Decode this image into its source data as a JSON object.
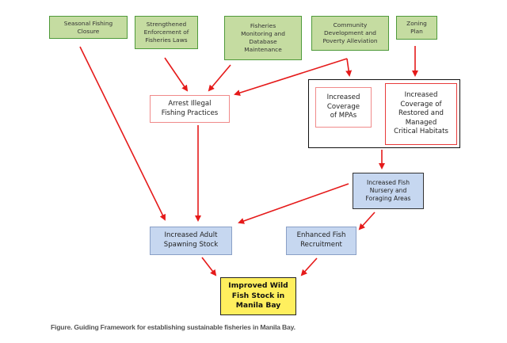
{
  "diagram": {
    "inputs": {
      "seasonal_closure": "Seasonal Fishing\nClosure",
      "enforcement": "Strengthened\nEnforcement of\nFisheries Laws",
      "monitoring": "Fisheries\nMonitoring and\nDatabase\nMaintenance",
      "community": "Community\nDevelopment and\nPoverty Alleviation",
      "zoning": "Zoning\nPlan"
    },
    "intermediate": {
      "arrest_illegal": "Arrest Illegal\nFishing Practices",
      "coverage_mpas": "Increased\nCoverage\nof MPAs",
      "coverage_habitats": "Increased\nCoverage of\nRestored and\nManaged\nCritical Habitats",
      "nursery_areas": "Increased Fish\nNursery and\nForaging Areas",
      "spawning_stock": "Increased Adult\nSpawning Stock",
      "recruitment": "Enhanced Fish\nRecruitment"
    },
    "outcome": "Improved Wild\nFish Stock in\nManila Bay",
    "colors": {
      "input_fill": "#c5dca1",
      "input_border": "#4f9a3a",
      "arrow": "#e51a1a",
      "blue_fill": "#c6d7f0",
      "outcome_fill": "#ffef5e"
    },
    "links": [
      [
        "seasonal_closure",
        "spawning_stock"
      ],
      [
        "enforcement",
        "arrest_illegal"
      ],
      [
        "monitoring",
        "arrest_illegal"
      ],
      [
        "community",
        "arrest_illegal"
      ],
      [
        "community",
        "coverage_mpas"
      ],
      [
        "zoning",
        "coverage_habitats"
      ],
      [
        "arrest_illegal",
        "spawning_stock"
      ],
      [
        "coverage_container",
        "nursery_areas"
      ],
      [
        "nursery_areas",
        "spawning_stock"
      ],
      [
        "nursery_areas",
        "recruitment"
      ],
      [
        "spawning_stock",
        "outcome"
      ],
      [
        "recruitment",
        "outcome"
      ]
    ]
  },
  "caption": "Figure. Guiding Framework for establishing sustainable fisheries in Manila Bay."
}
